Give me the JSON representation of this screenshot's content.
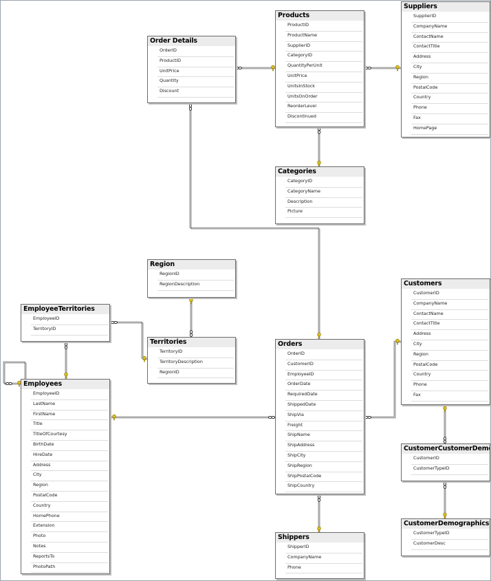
{
  "tables": [
    {
      "id": "order-details",
      "title": "Order Details",
      "columns": [
        {
          "name": "OrderID",
          "pk": true
        },
        {
          "name": "ProductID",
          "pk": true
        },
        {
          "name": "UnitPrice"
        },
        {
          "name": "Quantity"
        },
        {
          "name": "Discount"
        }
      ]
    },
    {
      "id": "products",
      "title": "Products",
      "columns": [
        {
          "name": "ProductID",
          "pk": true
        },
        {
          "name": "ProductName"
        },
        {
          "name": "SupplierID"
        },
        {
          "name": "CategoryID"
        },
        {
          "name": "QuantityPerUnit"
        },
        {
          "name": "UnitPrice"
        },
        {
          "name": "UnitsInStock"
        },
        {
          "name": "UnitsOnOrder"
        },
        {
          "name": "ReorderLevel"
        },
        {
          "name": "Discontinued"
        }
      ]
    },
    {
      "id": "suppliers",
      "title": "Suppliers",
      "columns": [
        {
          "name": "SupplierID",
          "pk": true
        },
        {
          "name": "CompanyName"
        },
        {
          "name": "ContactName"
        },
        {
          "name": "ContactTitle"
        },
        {
          "name": "Address"
        },
        {
          "name": "City"
        },
        {
          "name": "Region"
        },
        {
          "name": "PostalCode"
        },
        {
          "name": "Country"
        },
        {
          "name": "Phone"
        },
        {
          "name": "Fax"
        },
        {
          "name": "HomePage"
        }
      ]
    },
    {
      "id": "categories",
      "title": "Categories",
      "columns": [
        {
          "name": "CategoryID",
          "pk": true
        },
        {
          "name": "CategoryName"
        },
        {
          "name": "Description"
        },
        {
          "name": "Picture"
        }
      ]
    },
    {
      "id": "region",
      "title": "Region",
      "columns": [
        {
          "name": "RegionID",
          "pk": true
        },
        {
          "name": "RegionDescription"
        }
      ]
    },
    {
      "id": "employee-territories",
      "title": "EmployeeTerritories",
      "columns": [
        {
          "name": "EmployeeID",
          "pk": true
        },
        {
          "name": "TerritoryID",
          "pk": true
        }
      ]
    },
    {
      "id": "territories",
      "title": "Territories",
      "columns": [
        {
          "name": "TerritoryID",
          "pk": true
        },
        {
          "name": "TerritoryDescription"
        },
        {
          "name": "RegionID"
        }
      ]
    },
    {
      "id": "customers",
      "title": "Customers",
      "columns": [
        {
          "name": "CustomerID",
          "pk": true
        },
        {
          "name": "CompanyName"
        },
        {
          "name": "ContactName"
        },
        {
          "name": "ContactTitle"
        },
        {
          "name": "Address"
        },
        {
          "name": "City"
        },
        {
          "name": "Region"
        },
        {
          "name": "PostalCode"
        },
        {
          "name": "Country"
        },
        {
          "name": "Phone"
        },
        {
          "name": "Fax"
        }
      ]
    },
    {
      "id": "orders",
      "title": "Orders",
      "columns": [
        {
          "name": "OrderID",
          "pk": true
        },
        {
          "name": "CustomerID"
        },
        {
          "name": "EmployeeID"
        },
        {
          "name": "OrderDate"
        },
        {
          "name": "RequiredDate"
        },
        {
          "name": "ShippedDate"
        },
        {
          "name": "ShipVia"
        },
        {
          "name": "Freight"
        },
        {
          "name": "ShipName"
        },
        {
          "name": "ShipAddress"
        },
        {
          "name": "ShipCity"
        },
        {
          "name": "ShipRegion"
        },
        {
          "name": "ShipPostalCode"
        },
        {
          "name": "ShipCountry"
        }
      ]
    },
    {
      "id": "employees",
      "title": "Employees",
      "columns": [
        {
          "name": "EmployeeID",
          "pk": true
        },
        {
          "name": "LastName"
        },
        {
          "name": "FirstName"
        },
        {
          "name": "Title"
        },
        {
          "name": "TitleOfCourtesy"
        },
        {
          "name": "BirthDate"
        },
        {
          "name": "HireDate"
        },
        {
          "name": "Address"
        },
        {
          "name": "City"
        },
        {
          "name": "Region"
        },
        {
          "name": "PostalCode"
        },
        {
          "name": "Country"
        },
        {
          "name": "HomePhone"
        },
        {
          "name": "Extension"
        },
        {
          "name": "Photo"
        },
        {
          "name": "Notes"
        },
        {
          "name": "ReportsTo"
        },
        {
          "name": "PhotoPath"
        }
      ]
    },
    {
      "id": "customer-customer-demo",
      "title": "CustomerCustomerDemo",
      "columns": [
        {
          "name": "CustomerID",
          "pk": true
        },
        {
          "name": "CustomerTypeID",
          "pk": true
        }
      ]
    },
    {
      "id": "customer-demographics",
      "title": "CustomerDemographics",
      "columns": [
        {
          "name": "CustomerTypeID",
          "pk": true
        },
        {
          "name": "CustomerDesc"
        }
      ]
    },
    {
      "id": "shippers",
      "title": "Shippers",
      "columns": [
        {
          "name": "ShipperID",
          "pk": true
        },
        {
          "name": "CompanyName"
        },
        {
          "name": "Phone"
        }
      ]
    }
  ],
  "relationships": [
    {
      "name": "order-details-products"
    },
    {
      "name": "products-suppliers"
    },
    {
      "name": "products-categories"
    },
    {
      "name": "order-details-orders"
    },
    {
      "name": "region-territories"
    },
    {
      "name": "employee-territories-territories"
    },
    {
      "name": "employee-territories-employees"
    },
    {
      "name": "employees-self"
    },
    {
      "name": "orders-employees"
    },
    {
      "name": "orders-customers"
    },
    {
      "name": "customers-customer-customer-demo"
    },
    {
      "name": "customer-customer-demo-customer-demographics"
    },
    {
      "name": "orders-shippers"
    }
  ],
  "colors": {
    "line": "#5a5a5a",
    "key": "#e2c21a",
    "frame": "#9aa3ad"
  }
}
